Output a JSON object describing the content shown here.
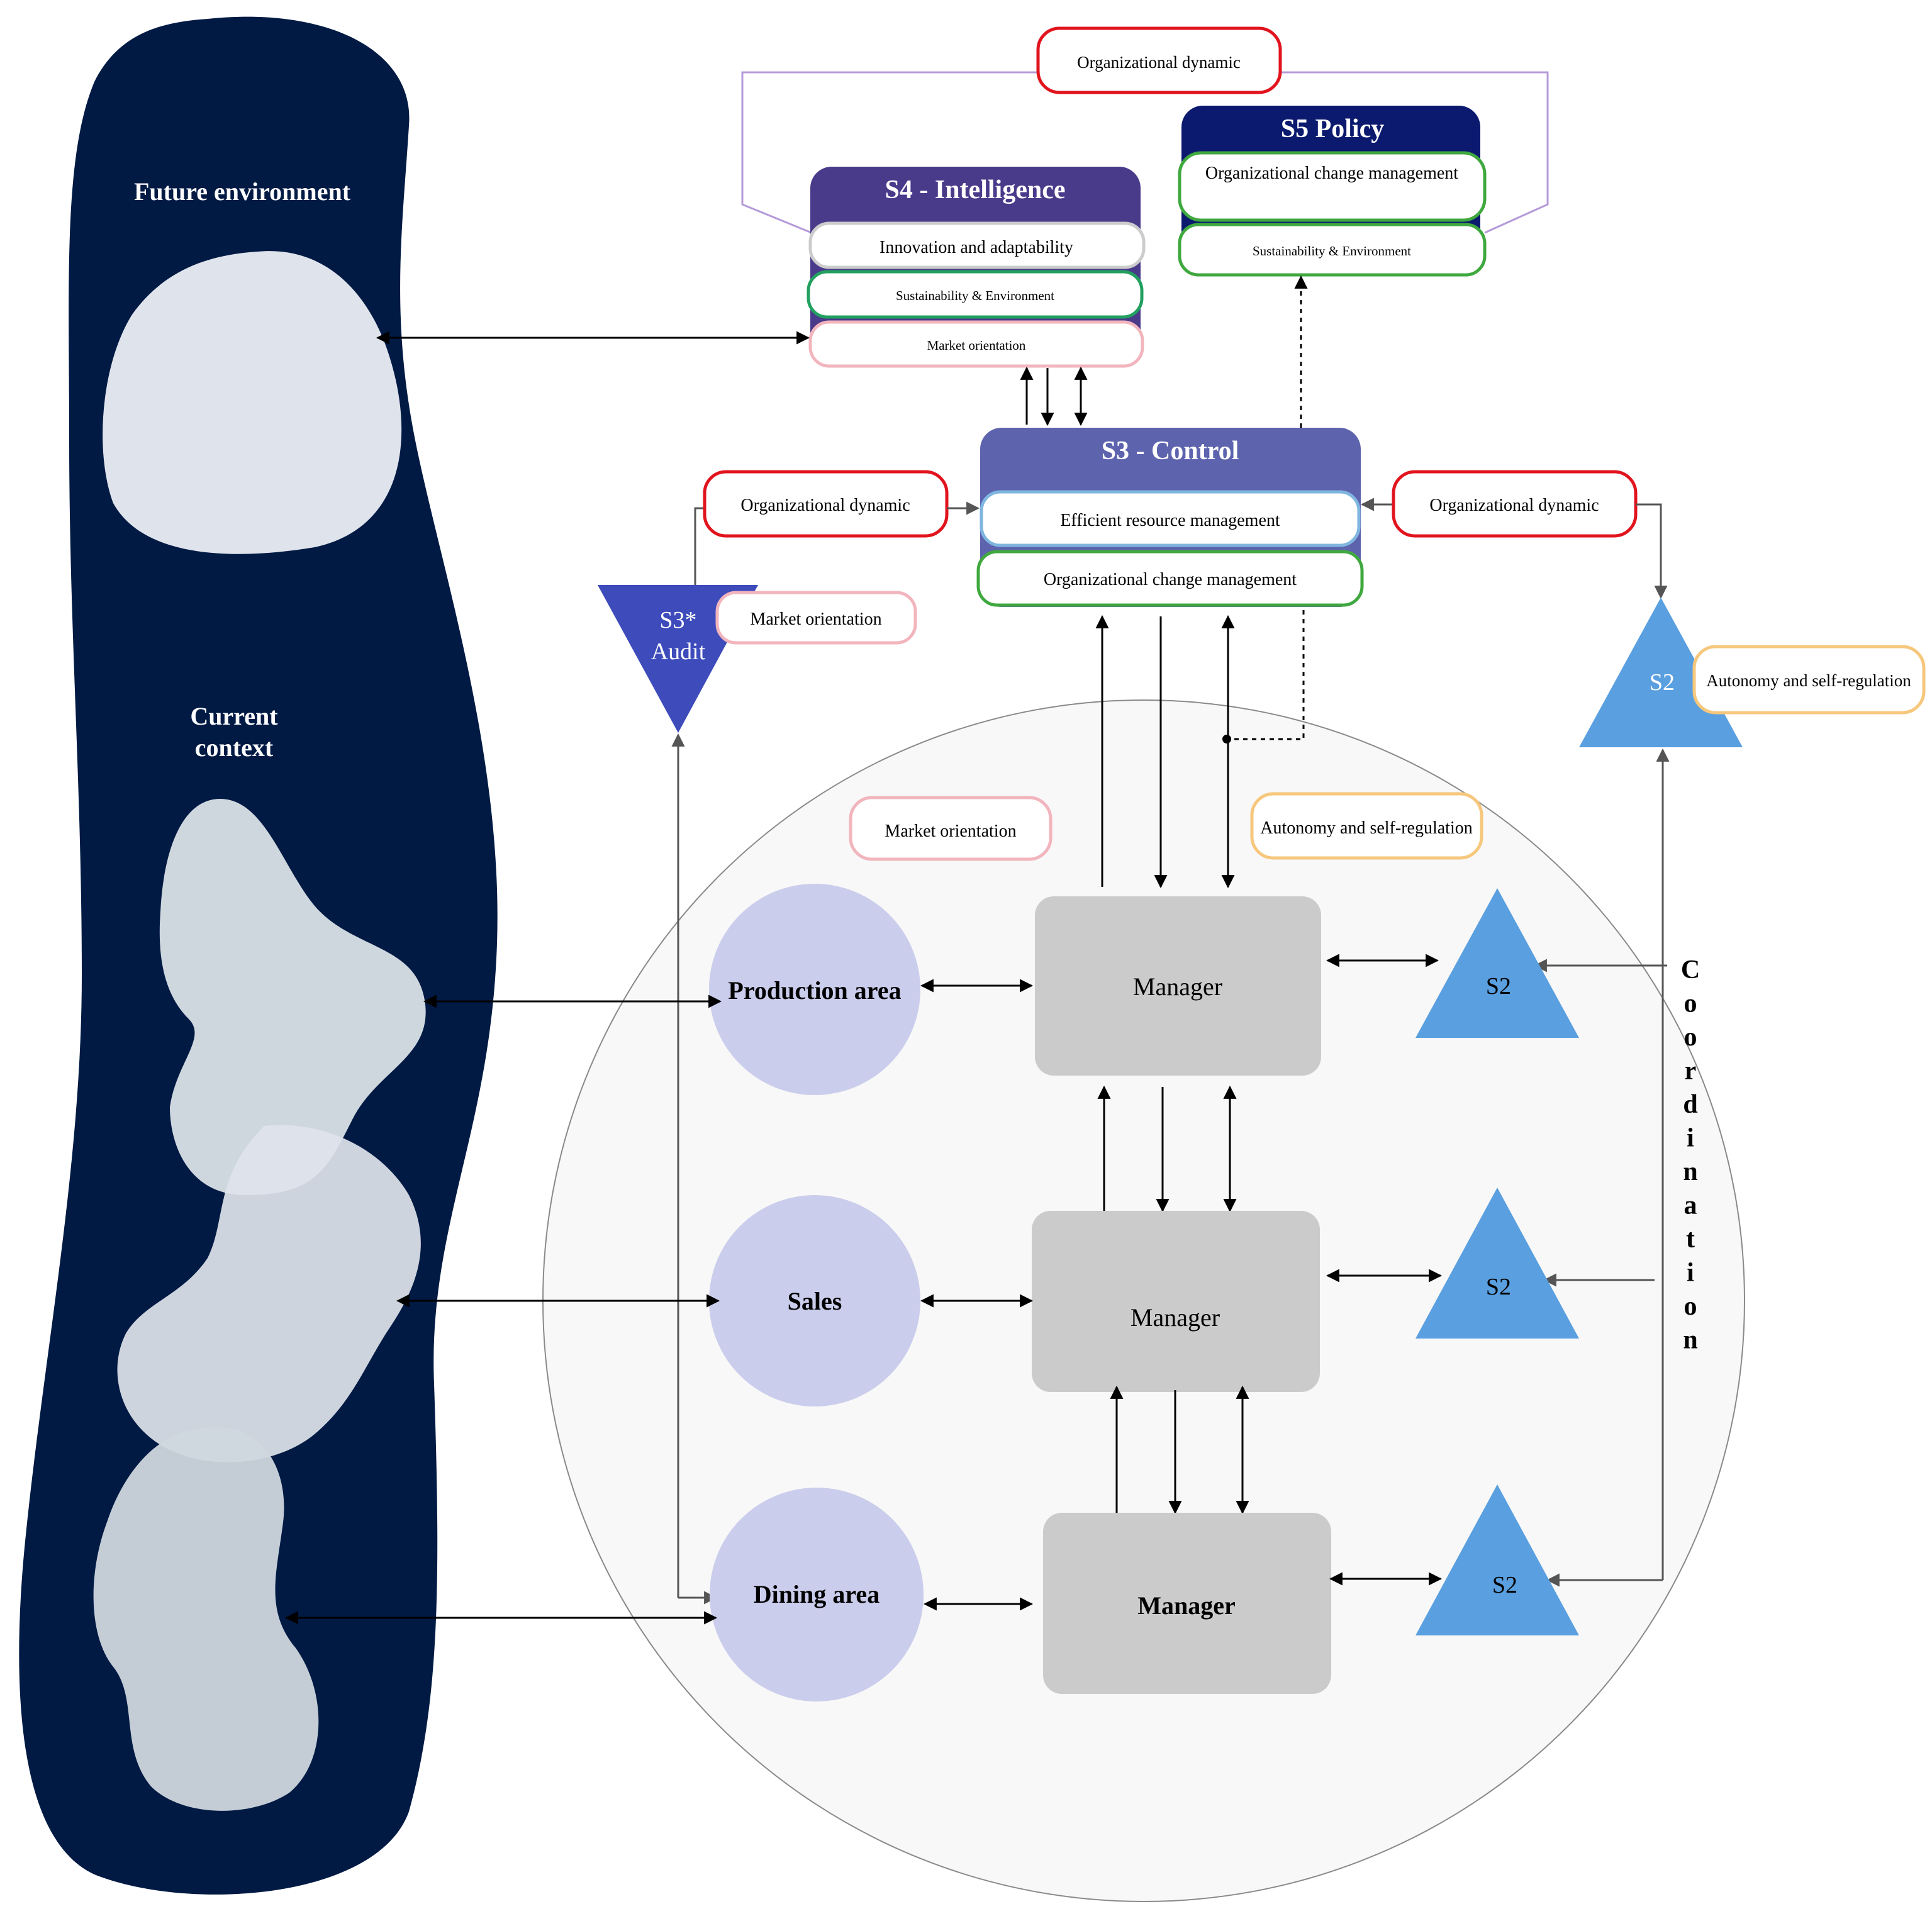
{
  "environment": {
    "future_label": "Future environment",
    "current_label_line1": "Current",
    "current_label_line2": "context"
  },
  "s5": {
    "title": "S5  Policy",
    "item1": "Organizational change management",
    "item2": "Sustainability & Environment"
  },
  "s4": {
    "title": "S4 - Intelligence",
    "item1": "Innovation and adaptability",
    "item2": "Sustainability & Environment",
    "item3": "Market orientation"
  },
  "s3": {
    "title": "S3 - Control",
    "item1": "Efficient resource management",
    "item2": "Organizational change management"
  },
  "s3_audit": {
    "line1": "S3*",
    "line2": "Audit",
    "tag": "Market orientation"
  },
  "tags": {
    "org_dynamic_top": "Organizational dynamic",
    "org_dynamic_left": "Organizational dynamic",
    "org_dynamic_right": "Organizational dynamic",
    "autonomy_top": "Autonomy and self-regulation",
    "market_orientation_inner": "Market orientation",
    "autonomy_inner": "Autonomy and self-regulation"
  },
  "s2_top": {
    "label": "S2"
  },
  "operations": {
    "production": "Production area",
    "sales": "Sales",
    "dining": "Dining area",
    "manager1": "Manager",
    "manager2": "Manager",
    "manager3": "Manager",
    "s2_1": "S2",
    "s2_2": "S2",
    "s2_3": "S2"
  },
  "coordination": {
    "letters": [
      "C",
      "o",
      "o",
      "r",
      "d",
      "i",
      "n",
      "a",
      "t",
      "i",
      "o",
      "n"
    ]
  },
  "colors": {
    "navy": "#001a44",
    "blob_fill": "#dfe4ec",
    "s5_header": "#0b1a6e",
    "s4_header": "#4a3a8a",
    "s3_header": "#5d63ad",
    "audit_triangle": "#3d4bbb",
    "s2_triangle": "#5a9fdf",
    "op_circle": "#cbcdec",
    "manager_box": "#cbcbcb",
    "tag_red": "#e1141e",
    "tag_pink": "#f2b5bd",
    "tag_orange": "#f6c77c",
    "tag_green": "#3fa83f",
    "tag_blue": "#7fb6e0",
    "purple_line": "#b59ad8",
    "outer_circle_fill": "#f8f8f8"
  }
}
